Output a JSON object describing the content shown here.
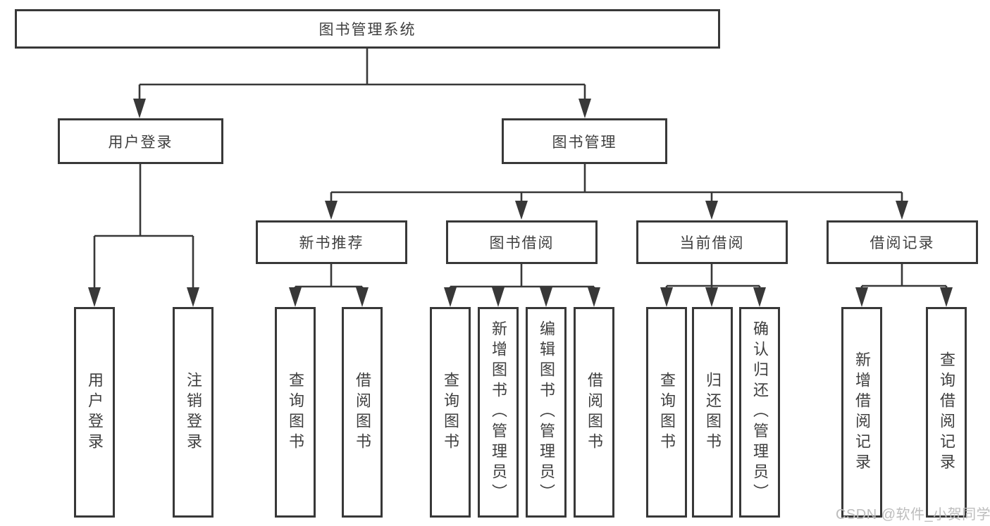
{
  "tree": {
    "root_label": "图书管理系统",
    "level2": [
      {
        "label": "用户登录"
      },
      {
        "label": "图书管理"
      }
    ],
    "level3": [
      {
        "label": "新书推荐"
      },
      {
        "label": "图书借阅"
      },
      {
        "label": "当前借阅"
      },
      {
        "label": "借阅记录"
      }
    ],
    "leaves": {
      "user_login": [
        "用户登录",
        "注销登录"
      ],
      "new_book": [
        "查询图书",
        "借阅图书"
      ],
      "book_borrow": [
        "查询图书",
        "新增图书（管理员）",
        "编辑图书（管理员）",
        "借阅图书"
      ],
      "current_borrow": [
        "查询图书",
        "归还图书",
        "确认归还（管理员）"
      ],
      "borrow_records": [
        "新增借阅记录",
        "查询借阅记录"
      ]
    }
  },
  "watermark": {
    "text": "CSDN @软件_小贺同学"
  },
  "colors": {
    "line": "#383838",
    "text": "#3f3f3f",
    "watermark": "#bdbdbd",
    "background": "#ffffff"
  }
}
